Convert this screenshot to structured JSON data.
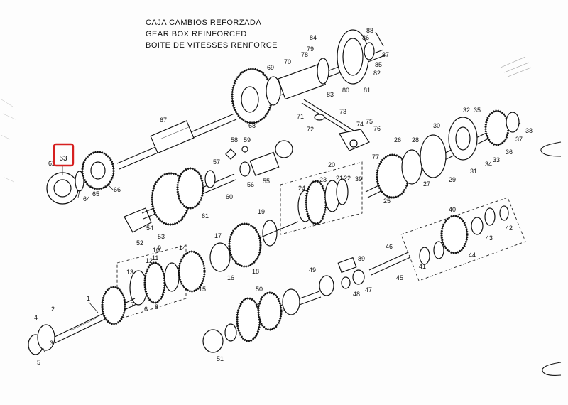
{
  "title": {
    "es": "CAJA CAMBIOS REFORZADA",
    "en": "GEAR BOX REINFORCED",
    "fr": "BOITE DE VITESSES RENFORCE"
  },
  "highlight": {
    "label": "63",
    "color": "#d62020"
  },
  "part_labels": [
    "1",
    "2",
    "3",
    "4",
    "5",
    "6",
    "7",
    "8",
    "9",
    "10",
    "11",
    "12",
    "13",
    "14",
    "15",
    "16",
    "17",
    "18",
    "19",
    "20",
    "21",
    "22",
    "23",
    "24",
    "25",
    "26",
    "27",
    "28",
    "29",
    "30",
    "31",
    "32",
    "33",
    "34",
    "35",
    "36",
    "37",
    "38",
    "39",
    "40",
    "41",
    "42",
    "43",
    "44",
    "45",
    "46",
    "47",
    "48",
    "49",
    "50",
    "51",
    "52",
    "53",
    "54",
    "55",
    "56",
    "57",
    "58",
    "59",
    "60",
    "61",
    "62",
    "63",
    "64",
    "65",
    "66",
    "67",
    "68",
    "69",
    "70",
    "71",
    "72",
    "73",
    "74",
    "75",
    "76",
    "77",
    "78",
    "79",
    "80",
    "81",
    "82",
    "83",
    "84",
    "85",
    "86",
    "87",
    "88",
    "89"
  ]
}
